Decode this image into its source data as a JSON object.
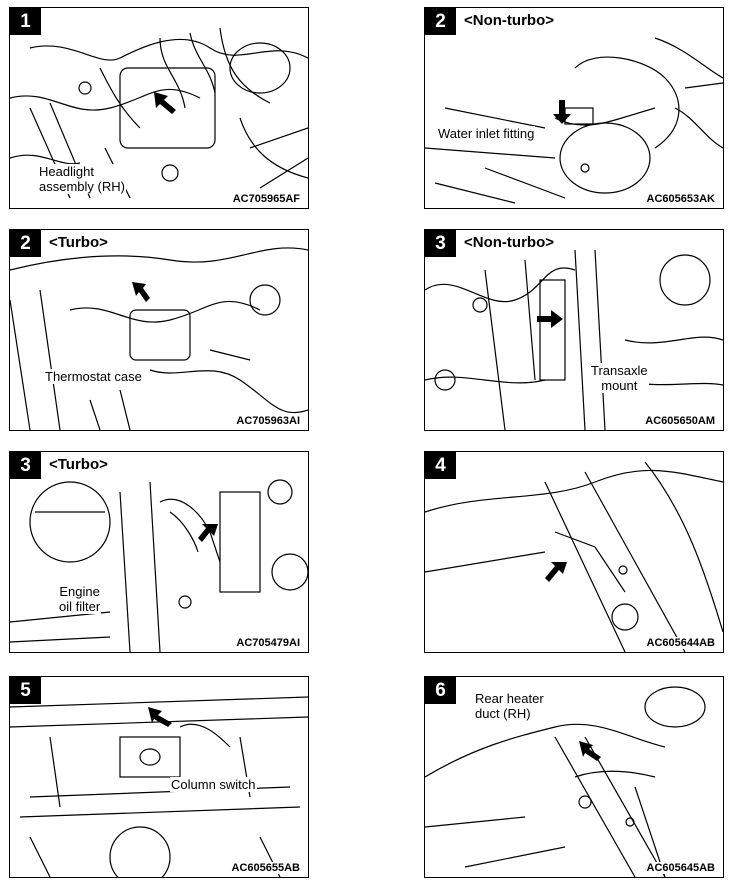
{
  "panels": [
    {
      "number": "1",
      "variant": "",
      "code": "AC705965AF",
      "labels": [
        "Headlight\nassembly (RH)"
      ]
    },
    {
      "number": "2",
      "variant": "<Non-turbo>",
      "code": "AC605653AK",
      "labels": [
        "Water inlet fitting"
      ]
    },
    {
      "number": "2",
      "variant": "<Turbo>",
      "code": "AC705963AI",
      "labels": [
        "Thermostat case"
      ]
    },
    {
      "number": "3",
      "variant": "<Non-turbo>",
      "code": "AC605650AM",
      "labels": [
        "Transaxle\nmount"
      ]
    },
    {
      "number": "3",
      "variant": "<Turbo>",
      "code": "AC705479AI",
      "labels": [
        "Engine\noil filter"
      ]
    },
    {
      "number": "4",
      "variant": "",
      "code": "AC605644AB",
      "labels": []
    },
    {
      "number": "5",
      "variant": "",
      "code": "AC605655AB",
      "labels": [
        "Column switch"
      ]
    },
    {
      "number": "6",
      "variant": "",
      "code": "AC605645AB",
      "labels": [
        "Rear heater\nduct (RH)"
      ]
    }
  ]
}
